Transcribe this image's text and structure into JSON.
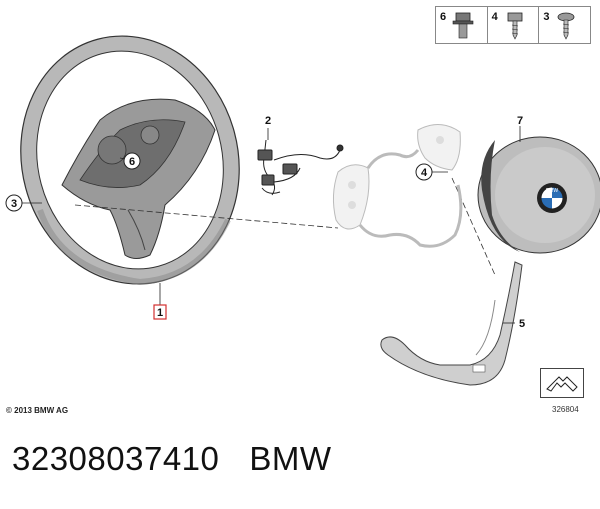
{
  "diagram": {
    "callouts": {
      "c1": "1",
      "c2": "2",
      "c3": "3",
      "c4": "4",
      "c5": "5",
      "c6": "6",
      "c7": "7"
    },
    "legend": [
      {
        "number": "6",
        "icon": "flange-bolt-icon"
      },
      {
        "number": "4",
        "icon": "hex-screw-icon"
      },
      {
        "number": "3",
        "icon": "torx-screw-icon"
      }
    ],
    "badge_text": "BMW",
    "copyright": "© 2013 BMW AG",
    "reference_number": "326804",
    "nav_icon": "arrow-nav-icon"
  },
  "caption": {
    "part_number": "32308037410",
    "brand": "BMW"
  }
}
